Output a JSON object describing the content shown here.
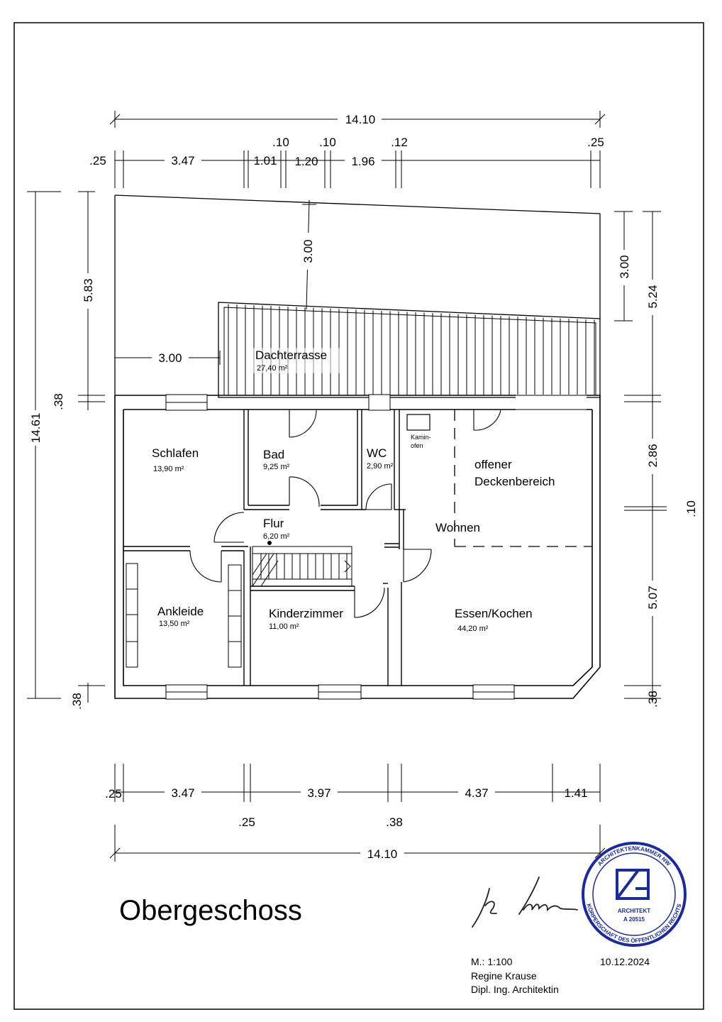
{
  "drawing": {
    "title": "Obergeschoss",
    "scale": "M.: 1:100",
    "date": "10.12.2024",
    "architect_name": "Regine Krause",
    "architect_title": "Dipl. Ing. Architektin",
    "colors": {
      "lines": "#000000",
      "seal": "#1a2aa0"
    }
  },
  "rooms": {
    "dachterrasse": {
      "name": "Dachterrasse",
      "area": "27,40 m²"
    },
    "schlafen": {
      "name": "Schlafen",
      "area": "13,90 m²"
    },
    "bad": {
      "name": "Bad",
      "area": "9,25 m²"
    },
    "wc": {
      "name": "WC",
      "area": "2,90 m²"
    },
    "kaminofen": {
      "line1": "Kamin-",
      "line2": "ofen"
    },
    "offener": {
      "line1": "offener",
      "line2": "Deckenbereich"
    },
    "flur": {
      "name": "Flur",
      "area": "6,20 m²"
    },
    "wohnen": {
      "name": "Wohnen"
    },
    "ankleide": {
      "name": "Ankleide",
      "area": "13,50 m²"
    },
    "kinderzimmer": {
      "name": "Kinderzimmer",
      "area": "11,00 m²"
    },
    "essen": {
      "name": "Essen/Kochen",
      "area": "44,20 m²"
    }
  },
  "dimensions": {
    "top_total": "14.10",
    "top_segments": [
      ".25",
      "3.47",
      "1.01",
      "1.20",
      "1.96",
      ".25"
    ],
    "top_small": [
      ".10",
      ".10",
      ".12"
    ],
    "bottom_total": "14.10",
    "bottom_segments": [
      ".25",
      "3.47",
      "3.97",
      "4.37",
      "1.41"
    ],
    "bottom_small": [
      ".25",
      ".38"
    ],
    "left_total": "14.61",
    "left_segments": [
      "5.83",
      ".38",
      ".38"
    ],
    "terrace_offset_v": "3.00",
    "terrace_offset_h": "3.00",
    "right_segments": [
      "3.00",
      "5.24",
      "2.86",
      "5.07",
      ".38",
      ".10"
    ]
  },
  "seal": {
    "top_text": "ARCHITEKTENKAMMER NW",
    "bottom_text": "KÖRPERSCHAFT DES ÖFFENTLICHEN RECHTS",
    "inner1": "ARCHITEKT",
    "inner2": "A 20515"
  }
}
